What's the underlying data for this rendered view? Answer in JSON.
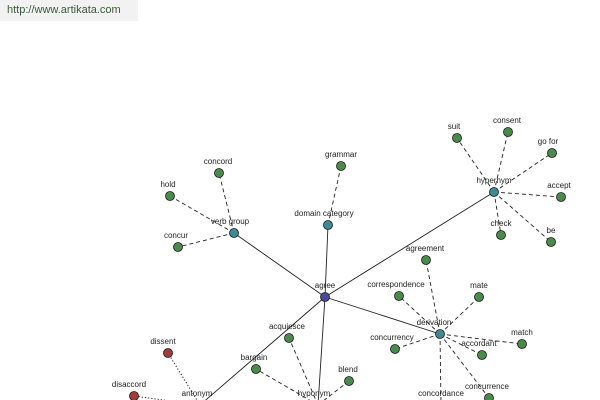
{
  "source_url": "http://www.artikata.com",
  "colors": {
    "root": "#4a4a9a",
    "relation": "#3d8a94",
    "word": "#4a8a4a",
    "antonym_word": "#a23b3b",
    "edge": "#222222"
  },
  "graph": {
    "root": {
      "id": "agree",
      "label": "agree"
    },
    "relations": [
      {
        "id": "verb-group",
        "label": "verb group"
      },
      {
        "id": "domain-category",
        "label": "domain category"
      },
      {
        "id": "hypernym-top",
        "label": "hypernym"
      },
      {
        "id": "derivation",
        "label": "derivation"
      },
      {
        "id": "hyponym",
        "label": "hyponym"
      },
      {
        "id": "antonym",
        "label": "antonym"
      }
    ],
    "words": [
      {
        "id": "hold",
        "label": "hold",
        "parent": "verb-group"
      },
      {
        "id": "concord",
        "label": "concord",
        "parent": "verb-group"
      },
      {
        "id": "concur",
        "label": "concur",
        "parent": "verb-group"
      },
      {
        "id": "grammar",
        "label": "grammar",
        "parent": "domain-category"
      },
      {
        "id": "suit",
        "label": "suit",
        "parent": "hypernym-top"
      },
      {
        "id": "consent",
        "label": "consent",
        "parent": "hypernym-top"
      },
      {
        "id": "go-for",
        "label": "go for",
        "parent": "hypernym-top"
      },
      {
        "id": "accept",
        "label": "accept",
        "parent": "hypernym-top"
      },
      {
        "id": "be",
        "label": "be",
        "parent": "hypernym-top"
      },
      {
        "id": "check",
        "label": "check",
        "parent": "hypernym-top"
      },
      {
        "id": "agreement",
        "label": "agreement",
        "parent": "derivation"
      },
      {
        "id": "correspondence",
        "label": "correspondence",
        "parent": "derivation"
      },
      {
        "id": "mate",
        "label": "mate",
        "parent": "derivation"
      },
      {
        "id": "concurrency",
        "label": "concurrency",
        "parent": "derivation"
      },
      {
        "id": "match",
        "label": "match",
        "parent": "derivation"
      },
      {
        "id": "accordant",
        "label": "accordant",
        "parent": "derivation"
      },
      {
        "id": "concordance",
        "label": "concordance",
        "parent": "derivation"
      },
      {
        "id": "concurrence",
        "label": "concurrence",
        "parent": "derivation"
      },
      {
        "id": "acquiesce",
        "label": "acquiesce",
        "parent": "hyponym"
      },
      {
        "id": "bargain",
        "label": "bargain",
        "parent": "hyponym"
      },
      {
        "id": "blend",
        "label": "blend",
        "parent": "hyponym"
      },
      {
        "id": "dissent",
        "label": "dissent",
        "parent": "antonym",
        "kind": "antonym"
      },
      {
        "id": "disaccord",
        "label": "disaccord",
        "parent": "antonym",
        "kind": "antonym"
      }
    ]
  }
}
